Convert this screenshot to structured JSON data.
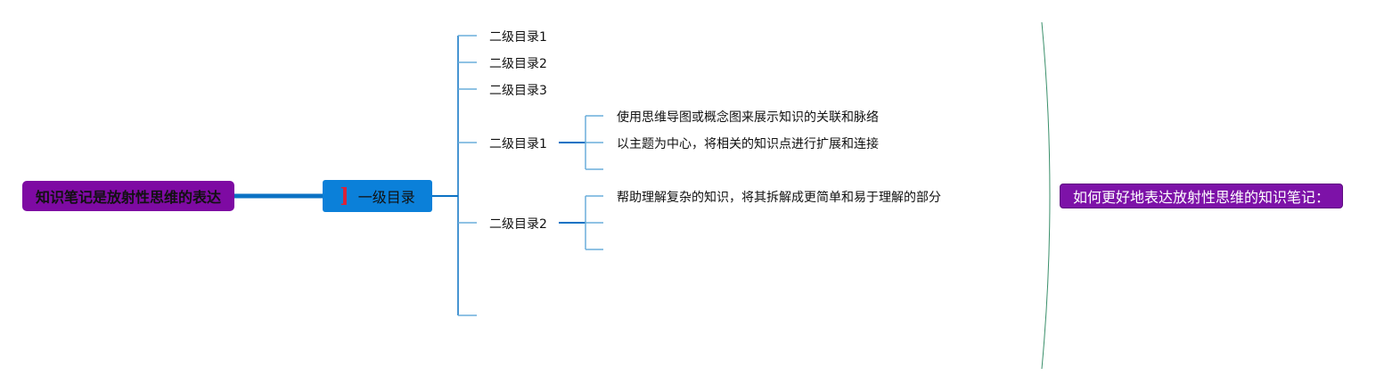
{
  "root": {
    "label": "知识笔记是放射性思维的表达"
  },
  "level1": {
    "mark": "]",
    "label": "一级目录"
  },
  "level2": [
    {
      "label": "二级目录1"
    },
    {
      "label": "二级目录2"
    },
    {
      "label": "二级目录3"
    },
    {
      "label": "二级目录1"
    },
    {
      "label": "二级目录2"
    }
  ],
  "level3": [
    {
      "label": "使用思维导图或概念图来展示知识的关联和脉络"
    },
    {
      "label": "以主题为中心，将相关的知识点进行扩展和连接"
    },
    {
      "label": "帮助理解复杂的知识，将其拆解成更简单和易于理解的部分"
    }
  ],
  "summary": {
    "label": "如何更好地表达放射性思维的知识笔记："
  },
  "colors": {
    "root_fill": "#7e0aa3",
    "level1_fill": "#0b80d9",
    "summary_fill": "#7d12a8",
    "main_connector": "#0b72c4",
    "branch_connector": "#6aaedb",
    "bracket": "#3a8f6a",
    "mark": "#e02035"
  }
}
